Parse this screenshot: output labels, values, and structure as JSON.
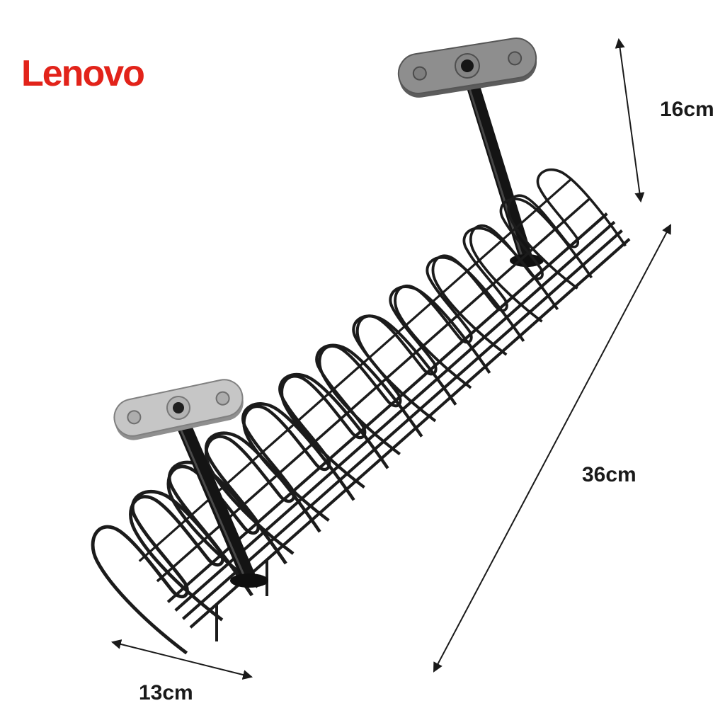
{
  "logo": {
    "text": "Lenovo",
    "color": "#e2231a"
  },
  "annotations": {
    "bracket_height": "16cm",
    "tray_length": "36cm",
    "tray_width": "13cm"
  },
  "colors": {
    "background": "#ffffff",
    "wire": "#1b1b1b",
    "front_bracket": "#c6c6c6",
    "rear_bracket": "#8e8e8e",
    "annotation_text": "#1a1a1a"
  }
}
